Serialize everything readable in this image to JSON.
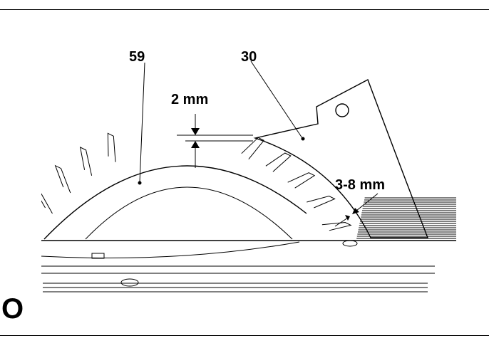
{
  "figure": {
    "letter": "O"
  },
  "callouts": {
    "saw_blade": "59",
    "riving_knife": "30",
    "height_gap": "2 mm",
    "side_gap": "3-8 mm"
  },
  "colors": {
    "ink": "#000000",
    "paper": "#ffffff"
  }
}
